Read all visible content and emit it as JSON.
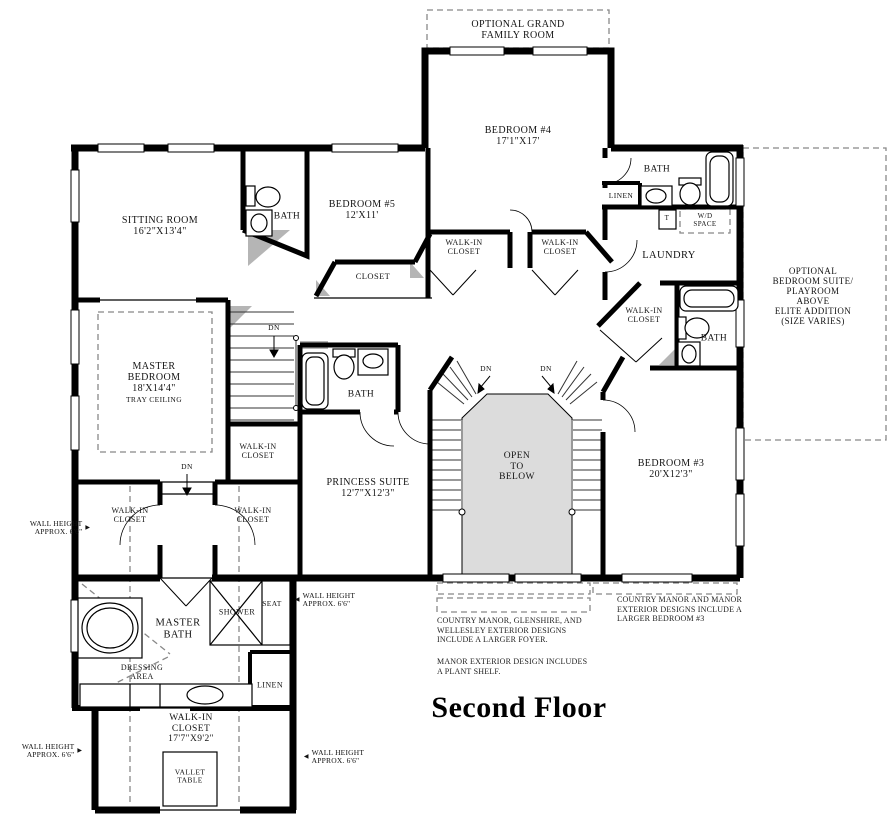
{
  "title": "Second Floor",
  "rooms": {
    "grand_family": "OPTIONAL GRAND\nFAMILY ROOM",
    "bedroom4": "BEDROOM #4\n17'1\"X17'",
    "bedroom5": "BEDROOM #5\n12'X11'",
    "bedroom3": "BEDROOM #3\n20'X12'3\"",
    "sitting_room": "SITTING ROOM\n16'2\"X13'4\"",
    "master_bedroom": "MASTER\nBEDROOM\n18'X14'4\"",
    "master_bedroom_note": "TRAY CEILING",
    "princess_suite": "PRINCESS SUITE\n12'7\"X12'3\"",
    "master_bath": "MASTER\nBATH",
    "bath": "BATH",
    "laundry": "LAUNDRY",
    "walk_in_closet": "WALK-IN\nCLOSET",
    "walk_in_closet_bottom": "WALK-IN\nCLOSET\n17'7\"X9'2\"",
    "closet": "CLOSET",
    "linen": "LINEN",
    "shower": "SHOWER",
    "seat": "SEAT",
    "dressing_area": "DRESSING\nAREA",
    "vallet_table": "VALLET\nTABLE",
    "open_to_below": "OPEN\nTO\nBELOW",
    "optional_suite": "OPTIONAL\nBEDROOM SUITE/\nPLAYROOM ABOVE\nELITE ADDITION\n(SIZE VARIES)",
    "t_closet": "T",
    "wd_space": "W/D\nSPACE"
  },
  "annotations": {
    "dn": "DN",
    "wall_height": "WALL HEIGHT\nAPPROX. 6'6\"",
    "arrow_right": "▶",
    "arrow_left": "◀",
    "note_left_1": "COUNTRY MANOR, GLENSHIRE, AND\nWELLESLEY EXTERIOR DESIGNS\nINCLUDE A LARGER FOYER.",
    "note_left_2": "MANOR EXTERIOR DESIGN INCLUDES\nA PLANT SHELF.",
    "note_right": "COUNTRY MANOR AND MANOR\nEXTERIOR DESIGNS INCLUDE A\nLARGER BEDROOM #3"
  },
  "colors": {
    "wall": "#000000",
    "shading": "#dcdcdc",
    "fixture_gray": "#b5b5b5",
    "dashed": "#888888"
  }
}
